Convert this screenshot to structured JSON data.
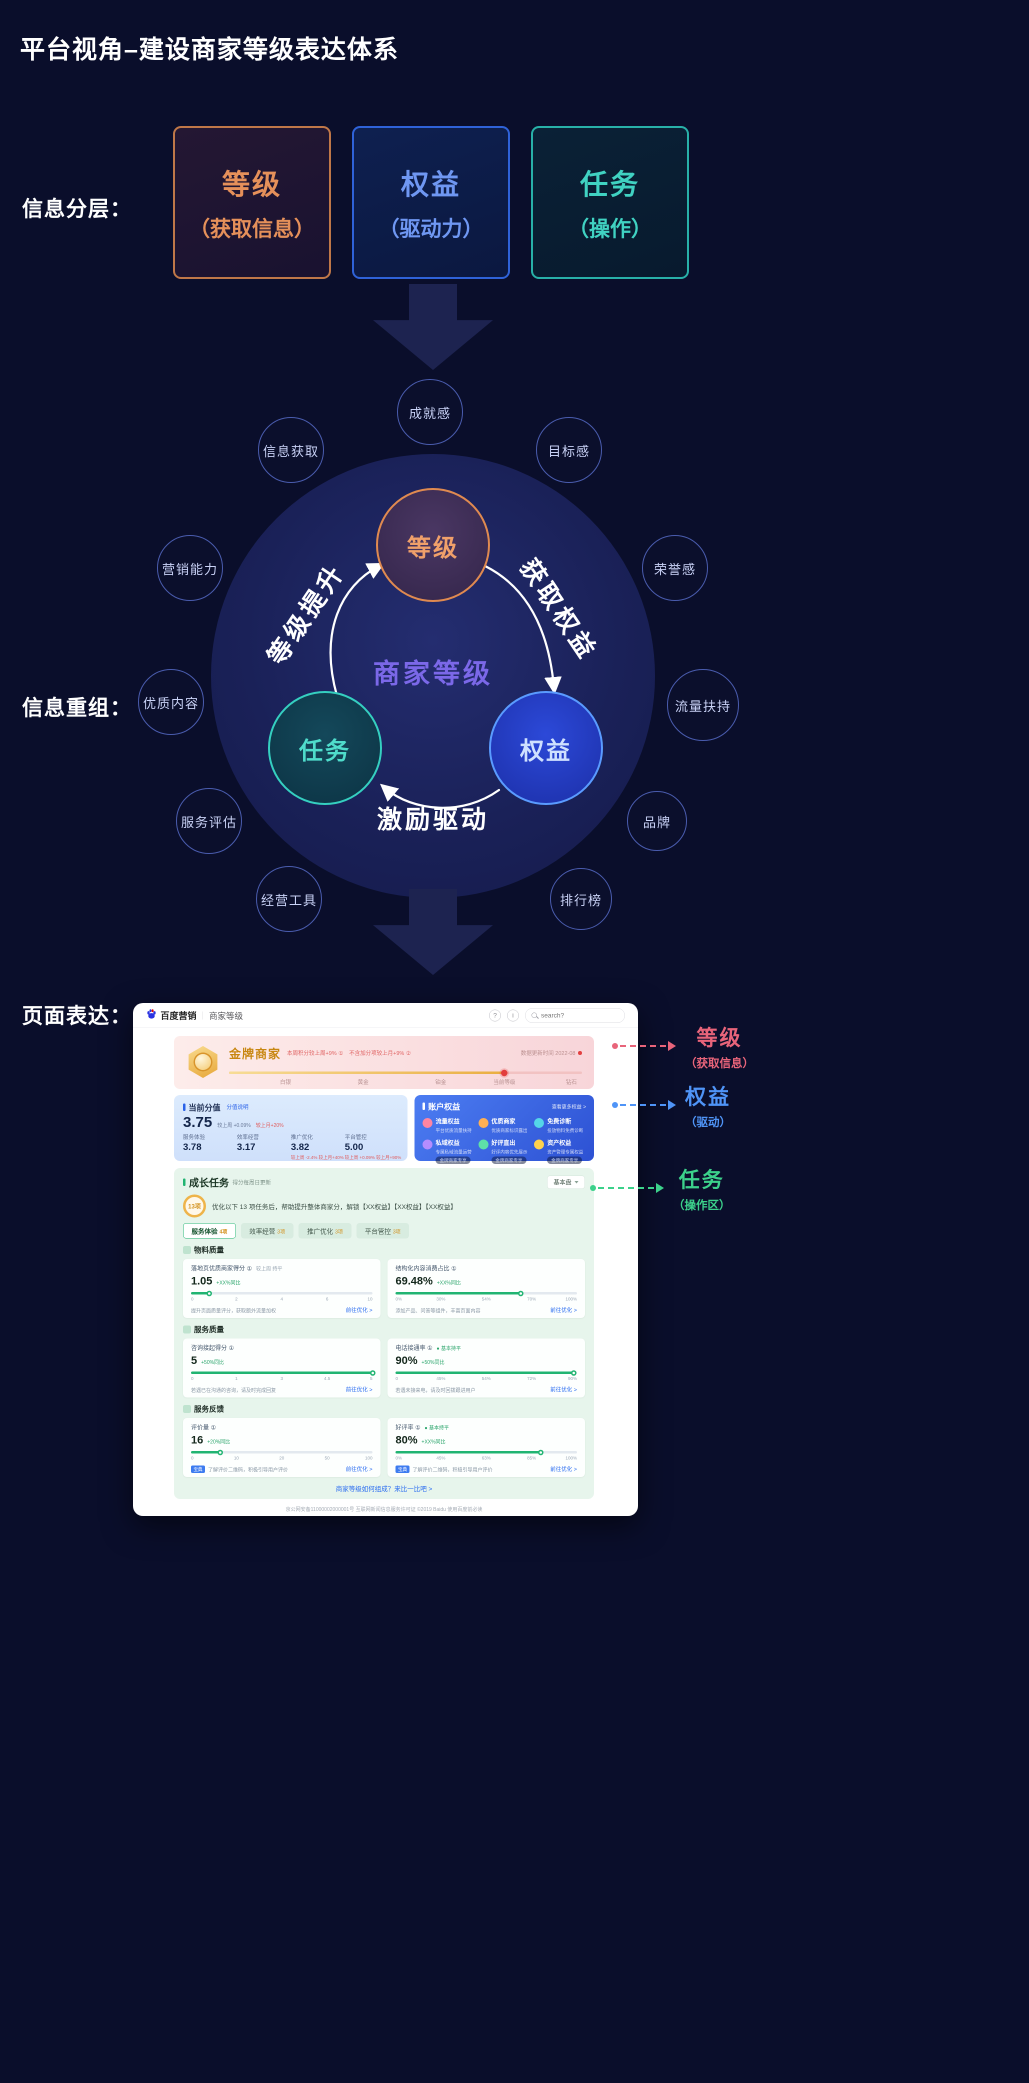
{
  "page": {
    "title": "平台视角–建设商家等级表达体系"
  },
  "colors": {
    "background": "#0a0e2b",
    "level_orange": "#e5905a",
    "rights_blue": "#6f97f2",
    "task_teal": "#40d2c2",
    "center_purple": "#7b68e8",
    "annotation_red": "#e8647a",
    "annotation_blue": "#4f94f7",
    "annotation_green": "#3cd18b"
  },
  "section_labels": {
    "layering": "信息分层：",
    "regroup": "信息重组：",
    "expression": "页面表达："
  },
  "layer_cards": [
    {
      "line1": "等级",
      "line2": "（获取信息）"
    },
    {
      "line1": "权益",
      "line2": "（驱动力）"
    },
    {
      "line1": "任务",
      "line2": "（操作）"
    }
  ],
  "cycle": {
    "center": "商家等级",
    "node_level": "等级",
    "node_task": "任务",
    "node_right": "权益",
    "edge_left": "等级提升",
    "edge_right": "获取权益",
    "edge_bottom": "激励驱动",
    "satellites": [
      "成就感",
      "信息获取",
      "目标感",
      "营销能力",
      "荣誉感",
      "优质内容",
      "流量扶持",
      "服务评估",
      "品牌",
      "经营工具",
      "排行榜"
    ]
  },
  "icons": {
    "help": "?",
    "notice": "i"
  },
  "mock": {
    "header": {
      "brand": "百度营销",
      "page": "商家等级",
      "search": "search?"
    },
    "banner": {
      "level": "金牌商家",
      "note1": "本周积分较上周+9% ①",
      "note2": "不含加分项较上月+9% ②",
      "updated": "数据更新时间 2022-08",
      "progress_pct": 78,
      "stages": [
        "白银",
        "黄金",
        "铂金",
        "当前等级",
        "钻石"
      ]
    },
    "score": {
      "title": "当前分值",
      "link": "分值说明",
      "value": "3.75",
      "delta_week": "较上周 +0.09%",
      "delta_month": "较上月+20%",
      "metrics": [
        {
          "name": "服务体验",
          "value": "3.78",
          "delta": ""
        },
        {
          "name": "效率经营",
          "value": "3.17",
          "delta": ""
        },
        {
          "name": "推广优化",
          "value": "3.82",
          "delta": "较上周 -2.4% 较上月+40%"
        },
        {
          "name": "平台管控",
          "value": "5.00",
          "delta": "较上周 +0.09% 较上月+90%"
        }
      ]
    },
    "rights": {
      "title": "账户权益",
      "more": "查看更多权益 >",
      "items": [
        {
          "name": "流量权益",
          "desc": "平台优质流量扶持",
          "badge": ""
        },
        {
          "name": "优质商家",
          "desc": "优质商家标识露出",
          "badge": ""
        },
        {
          "name": "免费诊断",
          "desc": "投放物料免费诊断",
          "badge": ""
        },
        {
          "name": "私域权益",
          "desc": "专属私域流量运营",
          "badge": "金牌商家专享"
        },
        {
          "name": "好评直出",
          "desc": "好评内容优先展示",
          "badge": "金牌商家专享"
        },
        {
          "name": "资产权益",
          "desc": "资产管理专属权益",
          "badge": "金牌商家专享"
        }
      ]
    },
    "tasks": {
      "title": "成长任务",
      "subtitle": "得分每周日更新",
      "filter": "基本盘",
      "badge": "13项",
      "intro": "优化以下 13 项任务后，帮助提升整体商家分，解锁【XX权益】【XX权益】【XX权益】",
      "tabs": [
        {
          "name": "服务体验",
          "count": "4项"
        },
        {
          "name": "效率经营",
          "count": "3项"
        },
        {
          "name": "推广优化",
          "count": "3项"
        },
        {
          "name": "平台管控",
          "count": "3项"
        }
      ],
      "groups": [
        {
          "name": "物料质量",
          "cards": [
            {
              "title": "落地页优质商家得分 ①",
              "tag": "较上周 持平",
              "value": "1.05",
              "delta": "+XX%同比",
              "pct": 10,
              "ticks": [
                "0",
                "2",
                "4",
                "6",
                "10"
              ],
              "tip_prefix": "",
              "tip": "提升页面质量评分，获取额外流量加权",
              "link": "前往优化 >"
            },
            {
              "title": "结构化内容消费占比 ①",
              "tag": "",
              "value": "69.48%",
              "delta": "+XX%同比",
              "pct": 69,
              "ticks": [
                "0%",
                "30%",
                "54%",
                "70%",
                "100%"
              ],
              "tip_prefix": "",
              "tip": "添加产品、问答等组件，丰富页面内容",
              "link": "前往优化 >"
            }
          ]
        },
        {
          "name": "服务质量",
          "cards": [
            {
              "title": "咨询接起得分 ①",
              "tag": "",
              "value": "5",
              "delta": "+50%同比",
              "pct": 100,
              "ticks": [
                "0",
                "1",
                "3",
                "4.5",
                "5"
              ],
              "tip_prefix": "",
              "tip": "若遇已在沟通的咨询，请及时完成回复",
              "link": "前往优化 >"
            },
            {
              "title": "电话接通率 ①",
              "tag": "● 基本持平",
              "value": "90%",
              "delta": "+50%同比",
              "pct": 98,
              "ticks": [
                "0",
                "45%",
                "54%",
                "72%",
                "90%"
              ],
              "tip_prefix": "",
              "tip": "若遇未接来电，请及时回拨跟进用户",
              "link": "前往优化 >"
            }
          ]
        },
        {
          "name": "服务反馈",
          "cards": [
            {
              "title": "评价量 ①",
              "tag": "",
              "value": "16",
              "delta": "+20%同比",
              "pct": 16,
              "ticks": [
                "0",
                "10",
                "20",
                "50",
                "100"
              ],
              "tip_prefix": "宝典",
              "tip": "了解评价二维码，积极引导用户评价",
              "link": "前往优化 >"
            },
            {
              "title": "好评率 ①",
              "tag": "● 基本持平",
              "value": "80%",
              "delta": "+XX%同比",
              "pct": 80,
              "ticks": [
                "0%",
                "45%",
                "63%",
                "85%",
                "100%"
              ],
              "tip_prefix": "宝典",
              "tip": "了解评价二维码，积极引导用户评价",
              "link": "前往优化 >"
            }
          ]
        }
      ],
      "bottom_link": "商家等级如何组成？来比一比吧 >"
    },
    "footer": "京公网安备11000002000001号 互联网新闻信息服务许可证 ©2019 Baidu 使用百度前必读"
  },
  "annotations": [
    {
      "label": "等级",
      "sub": "（获取信息）"
    },
    {
      "label": "权益",
      "sub": "（驱动）"
    },
    {
      "label": "任务",
      "sub": "（操作区）"
    }
  ]
}
